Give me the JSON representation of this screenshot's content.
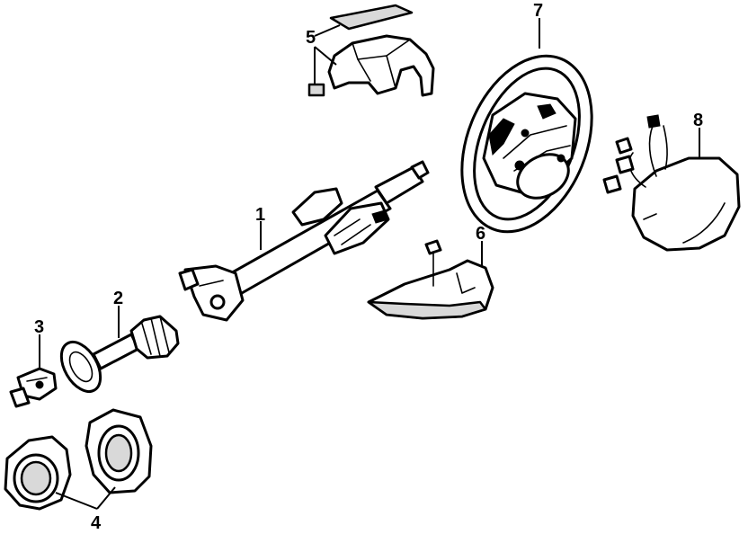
{
  "diagram": {
    "parts": [
      {
        "id": "1",
        "label": "1",
        "name": "steering-column"
      },
      {
        "id": "2",
        "label": "2",
        "name": "intermediate-shaft"
      },
      {
        "id": "3",
        "label": "3",
        "name": "shaft-coupler"
      },
      {
        "id": "4",
        "label": "4",
        "name": "boot-seal"
      },
      {
        "id": "5",
        "label": "5",
        "name": "upper-column-cover"
      },
      {
        "id": "6",
        "label": "6",
        "name": "lower-column-cover"
      },
      {
        "id": "7",
        "label": "7",
        "name": "steering-wheel"
      },
      {
        "id": "8",
        "label": "8",
        "name": "air-bag-module"
      }
    ],
    "colors": {
      "ink": "#000000",
      "background": "#ffffff",
      "shade": "#d9d9d9"
    }
  }
}
